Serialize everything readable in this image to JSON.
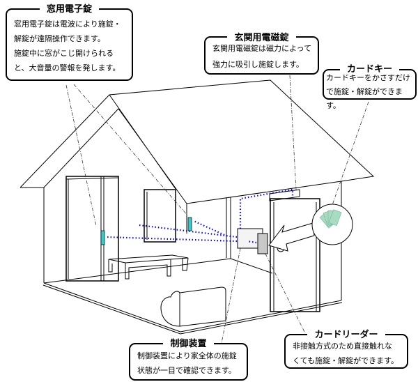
{
  "callouts": {
    "window_lock": {
      "title": "窓用電子錠",
      "lines": [
        "窓用電子錠は電波により施錠・",
        "解錠が遠隔操作できます。",
        "施錠中に窓がこじ開けられる",
        "と、大音量の警報を発します。"
      ]
    },
    "entrance_lock": {
      "title": "玄関用電磁錠",
      "lines": [
        "玄関用電磁錠は磁力によって",
        "強力に吸引し施錠します。"
      ]
    },
    "card_key": {
      "title": "カードキー",
      "lines": [
        "カードキーをかざすだけ",
        "で施錠・解錠ができます。"
      ]
    },
    "controller": {
      "title": "制御装置",
      "lines": [
        "制御装置により家全体の施錠",
        "状態が一目で確認できます。"
      ]
    },
    "card_reader": {
      "title": "カードリーダー",
      "lines": [
        "非接触方式のため直接触れな",
        "くても施錠・解錠ができます。"
      ]
    }
  },
  "colors": {
    "signal": "#0000ff",
    "lock": "#33cccc",
    "card": "#a8dcc0"
  }
}
